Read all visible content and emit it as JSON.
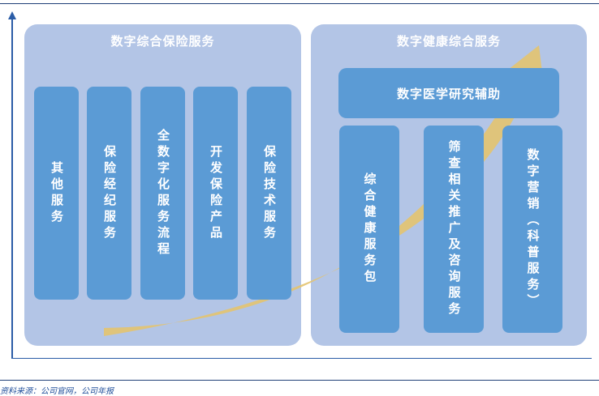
{
  "left_panel": {
    "title": "数字综合保险服务",
    "columns": [
      "其他服务",
      "保险经纪服务",
      "全数字化服务流程",
      "开发保险产品",
      "保险技术服务"
    ]
  },
  "right_panel": {
    "title": "数字健康综合服务",
    "banner": "数字医学研究辅助",
    "columns": [
      "综合健康服务包",
      "筛查相关推广及咨询服务",
      "数字营销（科普服务）"
    ]
  },
  "footnote": "资料来源：公司官网，公司年报",
  "colors": {
    "panel": "#b3c5e6",
    "column": "#5b9bd5",
    "arrow": "#e3c36f",
    "axis": "#2b5da7",
    "footnote": "#1f4e9a"
  }
}
